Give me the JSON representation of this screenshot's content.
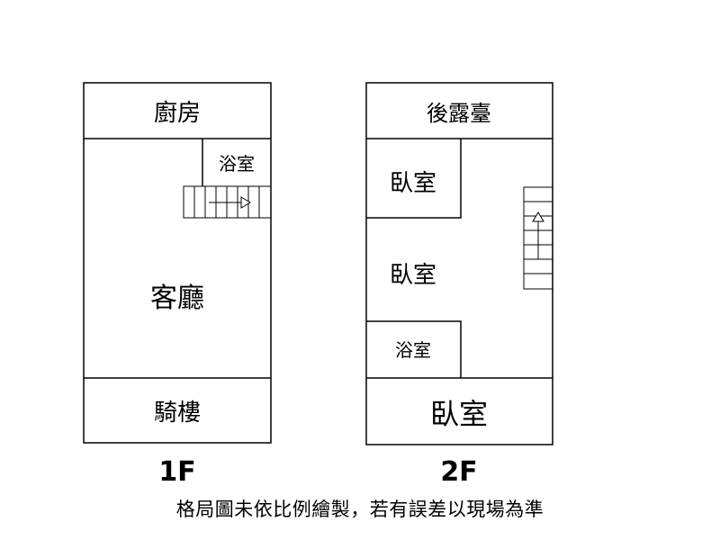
{
  "floor_1": {
    "title": "1F",
    "rooms": {
      "kitchen": "廚房",
      "bathroom": "浴室",
      "living_room": "客廳",
      "arcade": "騎樓"
    }
  },
  "floor_2": {
    "title": "2F",
    "rooms": {
      "rear_balcony": "後露臺",
      "bedroom_top": "臥室",
      "bedroom_middle": "臥室",
      "bathroom": "浴室",
      "bedroom_front": "臥室"
    }
  },
  "note": "格局圖未依比例繪製，若有誤差以現場為準"
}
